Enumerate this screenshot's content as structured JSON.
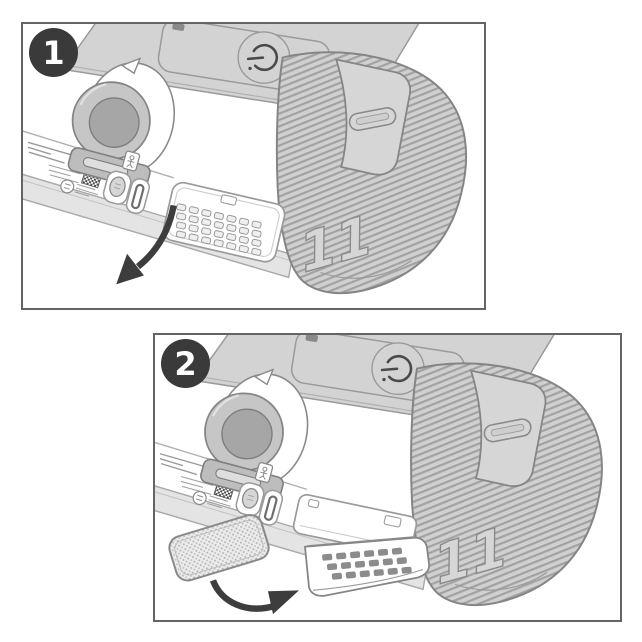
{
  "figure": {
    "kind": "instructional-diagram",
    "steps": [
      {
        "number": "1"
      },
      {
        "number": "2"
      }
    ],
    "device": {
      "embossed_label": "11"
    },
    "icons": {
      "power_button": "power-icon",
      "step_1_arrow": "curved-arrow-down-left-icon",
      "step_2_arrow": "curved-arrow-up-right-icon",
      "label_badge": "person-in-box-icon",
      "qr_code": "qr-code-icon",
      "certification": "certification-mark-icon",
      "tube_port_lid": "connector-lid",
      "filter_door": "filter-door",
      "filter_pad": "air-filter-pad"
    },
    "colors": {
      "background": "#ffffff",
      "panel_border": "#646464",
      "step_badge": "#3a3a3a",
      "step_badge_text": "#ffffff",
      "outline": "#8a8a8a",
      "device_gray": "#d3d3d3",
      "hatch_background": "#d0d0d0",
      "hatch_line": "#a2a2a2",
      "arrow": "#3d3d3d"
    }
  }
}
